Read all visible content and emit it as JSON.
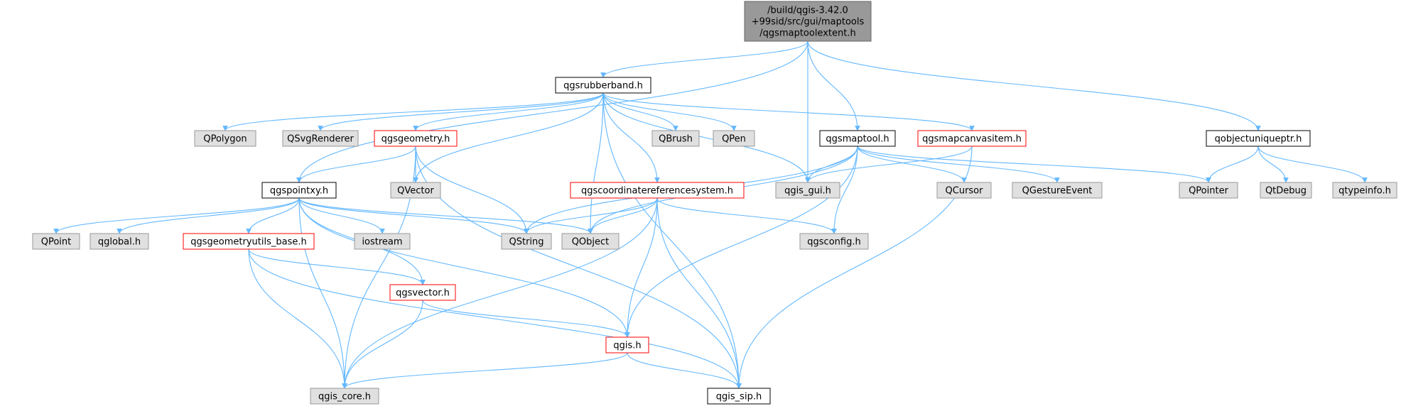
{
  "colors": {
    "edge": "#63b8ff",
    "root_fill": "#999999",
    "root_border": "#666666",
    "documented_fill": "#ffffff",
    "documented_border": "#000000",
    "truncated_fill": "#ffffff",
    "truncated_border": "#ff0000",
    "external_fill": "#e0e0e0",
    "external_border": "#999999"
  },
  "nodes": [
    {
      "id": "root",
      "kind": "root",
      "lines": [
        "/build/qgis-3.42.0",
        "+99sid/src/gui/maptools",
        "/qgsmaptoolextent.h"
      ]
    },
    {
      "id": "qgsrubberband",
      "kind": "documented",
      "lines": [
        "qgsrubberband.h"
      ]
    },
    {
      "id": "qgsmaptool",
      "kind": "documented",
      "lines": [
        "qgsmaptool.h"
      ]
    },
    {
      "id": "qobjectuniqueptr",
      "kind": "documented",
      "lines": [
        "qobjectuniqueptr.h"
      ]
    },
    {
      "id": "qpolygon",
      "kind": "external",
      "lines": [
        "QPolygon"
      ]
    },
    {
      "id": "qsvgrenderer",
      "kind": "external",
      "lines": [
        "QSvgRenderer"
      ]
    },
    {
      "id": "qgsgeometry",
      "kind": "truncated",
      "lines": [
        "qgsgeometry.h"
      ]
    },
    {
      "id": "qbrush",
      "kind": "external",
      "lines": [
        "QBrush"
      ]
    },
    {
      "id": "qpen",
      "kind": "external",
      "lines": [
        "QPen"
      ]
    },
    {
      "id": "qgsmapcanvasitem",
      "kind": "truncated",
      "lines": [
        "qgsmapcanvasitem.h"
      ]
    },
    {
      "id": "qgspointxy",
      "kind": "documented",
      "lines": [
        "qgspointxy.h"
      ]
    },
    {
      "id": "qvector",
      "kind": "external",
      "lines": [
        "QVector"
      ]
    },
    {
      "id": "qgscrs",
      "kind": "truncated",
      "lines": [
        "qgscoordinatereferencesystem.h"
      ]
    },
    {
      "id": "qgis_gui",
      "kind": "external",
      "lines": [
        "qgis_gui.h"
      ]
    },
    {
      "id": "qcursor",
      "kind": "external",
      "lines": [
        "QCursor"
      ]
    },
    {
      "id": "qgestureevent",
      "kind": "external",
      "lines": [
        "QGestureEvent"
      ]
    },
    {
      "id": "qpointer",
      "kind": "external",
      "lines": [
        "QPointer"
      ]
    },
    {
      "id": "qtdebug",
      "kind": "external",
      "lines": [
        "QtDebug"
      ]
    },
    {
      "id": "qtypeinfo",
      "kind": "external",
      "lines": [
        "qtypeinfo.h"
      ]
    },
    {
      "id": "qpoint",
      "kind": "external",
      "lines": [
        "QPoint"
      ]
    },
    {
      "id": "qglobal",
      "kind": "external",
      "lines": [
        "qglobal.h"
      ]
    },
    {
      "id": "qgsgeometryutils_base",
      "kind": "truncated",
      "lines": [
        "qgsgeometryutils_base.h"
      ]
    },
    {
      "id": "iostream",
      "kind": "external",
      "lines": [
        "iostream"
      ]
    },
    {
      "id": "qstring",
      "kind": "external",
      "lines": [
        "QString"
      ]
    },
    {
      "id": "qobject",
      "kind": "external",
      "lines": [
        "QObject"
      ]
    },
    {
      "id": "qgsconfig",
      "kind": "external",
      "lines": [
        "qgsconfig.h"
      ]
    },
    {
      "id": "qgsvector",
      "kind": "truncated",
      "lines": [
        "qgsvector.h"
      ]
    },
    {
      "id": "qgis",
      "kind": "truncated",
      "lines": [
        "qgis.h"
      ]
    },
    {
      "id": "qgis_core",
      "kind": "external",
      "lines": [
        "qgis_core.h"
      ]
    },
    {
      "id": "qgis_sip",
      "kind": "documented",
      "lines": [
        "qgis_sip.h"
      ]
    }
  ],
  "edges": [
    [
      "root",
      "qgsrubberband"
    ],
    [
      "root",
      "qgsmaptool"
    ],
    [
      "root",
      "qobjectuniqueptr"
    ],
    [
      "root",
      "qgspointxy"
    ],
    [
      "root",
      "qgis_gui"
    ],
    [
      "qgsrubberband",
      "qpolygon"
    ],
    [
      "qgsrubberband",
      "qsvgrenderer"
    ],
    [
      "qgsrubberband",
      "qgsgeometry"
    ],
    [
      "qgsrubberband",
      "qvector"
    ],
    [
      "qgsrubberband",
      "qgscrs"
    ],
    [
      "qgsrubberband",
      "qobject"
    ],
    [
      "qgsrubberband",
      "qgis_gui"
    ],
    [
      "qgsrubberband",
      "qbrush"
    ],
    [
      "qgsrubberband",
      "qpen"
    ],
    [
      "qgsrubberband",
      "qgsmapcanvasitem"
    ],
    [
      "qgsrubberband",
      "qgis_sip"
    ],
    [
      "qgsgeometry",
      "qgspointxy"
    ],
    [
      "qgsgeometry",
      "qvector"
    ],
    [
      "qgsgeometry",
      "qstring"
    ],
    [
      "qgsgeometry",
      "qgis_core"
    ],
    [
      "qgsgeometry",
      "qgis_sip"
    ],
    [
      "qgsmapcanvasitem",
      "qgis_gui"
    ],
    [
      "qgsmapcanvasitem",
      "qgis_sip"
    ],
    [
      "qgsmaptool",
      "qgis_gui"
    ],
    [
      "qgsmaptool",
      "qcursor"
    ],
    [
      "qgsmaptool",
      "qgestureevent"
    ],
    [
      "qgsmaptool",
      "qpointer"
    ],
    [
      "qgsmaptool",
      "qgsconfig"
    ],
    [
      "qgsmaptool",
      "qgis"
    ],
    [
      "qgsmaptool",
      "qstring"
    ],
    [
      "qgsmaptool",
      "qobject"
    ],
    [
      "qobjectuniqueptr",
      "qpointer"
    ],
    [
      "qobjectuniqueptr",
      "qtdebug"
    ],
    [
      "qobjectuniqueptr",
      "qtypeinfo"
    ],
    [
      "qgspointxy",
      "qpoint"
    ],
    [
      "qgspointxy",
      "qglobal"
    ],
    [
      "qgspointxy",
      "qgsgeometryutils_base"
    ],
    [
      "qgspointxy",
      "iostream"
    ],
    [
      "qgspointxy",
      "qstring"
    ],
    [
      "qgspointxy",
      "qobject"
    ],
    [
      "qgspointxy",
      "qgsvector"
    ],
    [
      "qgspointxy",
      "qgis"
    ],
    [
      "qgspointxy",
      "qgis_core"
    ],
    [
      "qgscrs",
      "qstring"
    ],
    [
      "qgscrs",
      "qobject"
    ],
    [
      "qgscrs",
      "qgsconfig"
    ],
    [
      "qgscrs",
      "qgis"
    ],
    [
      "qgscrs",
      "qgis_sip"
    ],
    [
      "qgscrs",
      "qgis_core"
    ],
    [
      "qgsgeometryutils_base",
      "qgsvector"
    ],
    [
      "qgsgeometryutils_base",
      "qgis_core"
    ],
    [
      "qgsgeometryutils_base",
      "qgis_sip"
    ],
    [
      "qgsvector",
      "qgis"
    ],
    [
      "qgsvector",
      "qgis_core"
    ],
    [
      "qgis",
      "qgis_core"
    ],
    [
      "qgis",
      "qgis_sip"
    ]
  ]
}
